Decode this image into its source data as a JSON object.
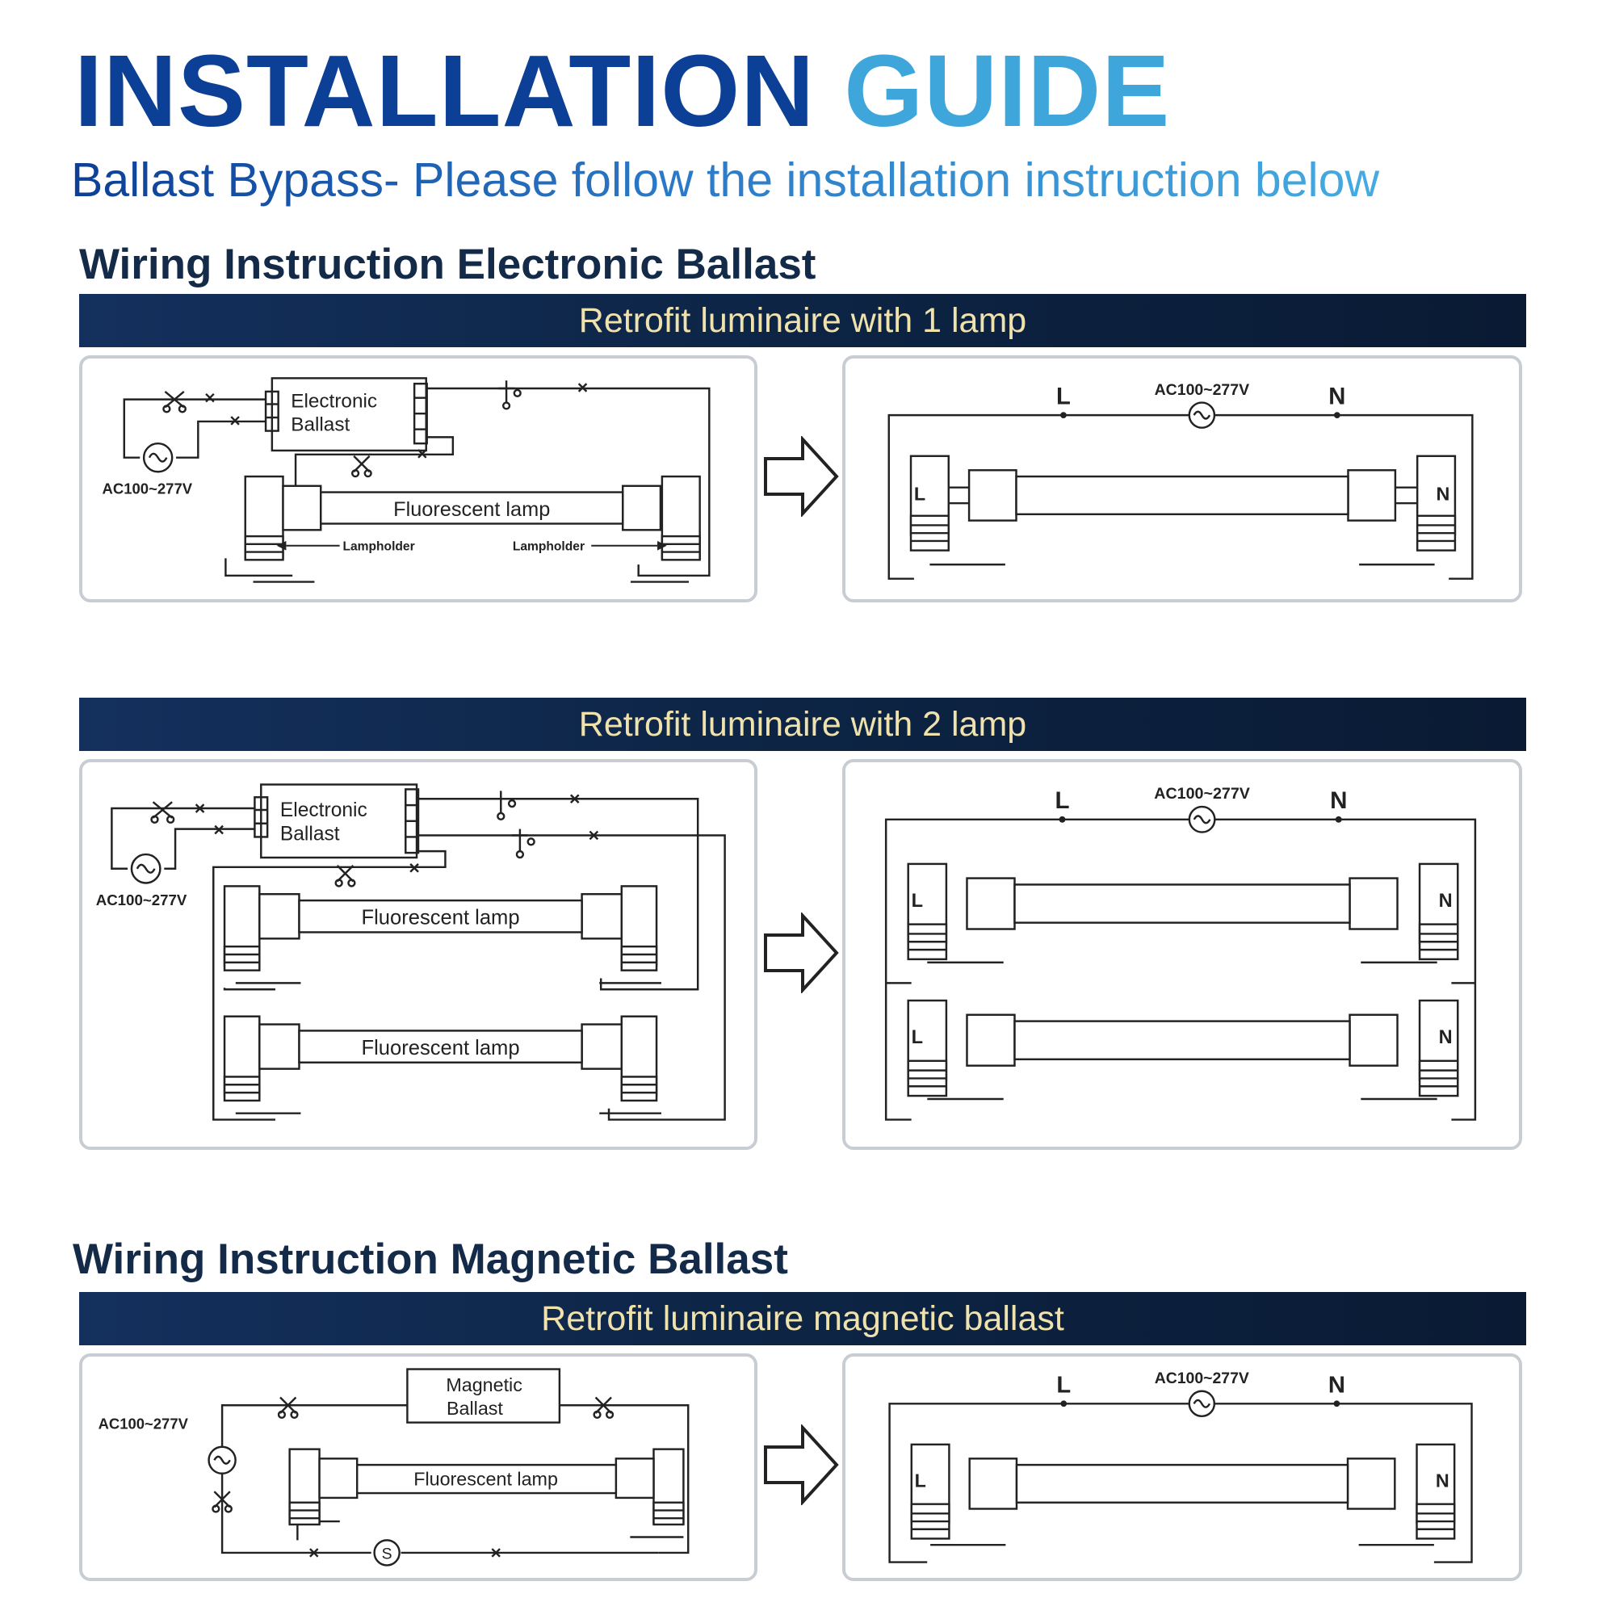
{
  "header": {
    "title_part1": "INSTALLATION",
    "title_part2": "GUIDE",
    "subtitle": "Ballast Bypass- Please follow the installation instruction below"
  },
  "sections": {
    "electronic_title": "Wiring Instruction Electronic Ballast",
    "magnetic_title": "Wiring Instruction Magnetic Ballast"
  },
  "banners": {
    "one_lamp": "Retrofit luminaire with 1 lamp",
    "two_lamp": "Retrofit luminaire with 2 lamp",
    "magnetic": "Retrofit luminaire magnetic ballast"
  },
  "labels": {
    "electronic": "Electronic",
    "magnetic": "Magnetic",
    "ballast": "Ballast",
    "voltage": "AC100~277V",
    "fluorescent_lamp": "Fluorescent  lamp",
    "lampholder": "Lampholder",
    "live": "L",
    "neutral": "N",
    "starter": "S"
  },
  "colors": {
    "title_dark_blue": "#0c3f96",
    "title_light_blue": "#3ea6db",
    "banner_navy": "#0d2546",
    "banner_text": "#efe2ad",
    "section_title": "#132a48",
    "panel_border": "#c8cdd3"
  }
}
